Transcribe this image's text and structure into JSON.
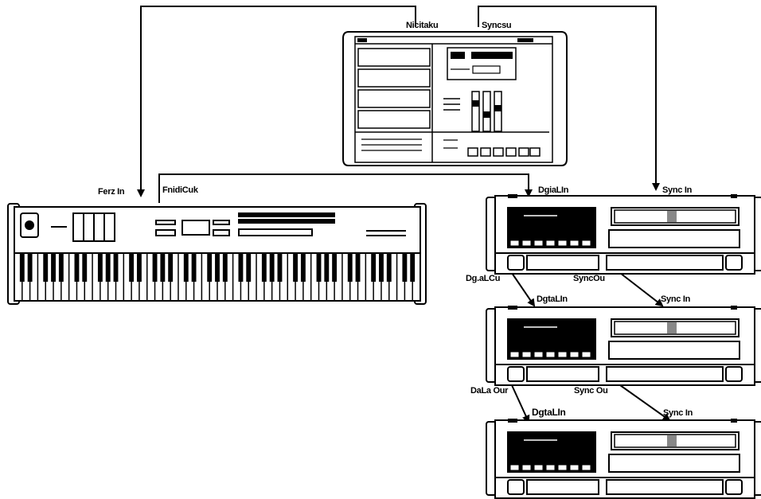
{
  "labels": {
    "keyboard_midi_in": "Ferz In",
    "keyboard_midi_out": "FnidiCuk",
    "computer_midi_out": "Nicitaku",
    "computer_sync_out": "Syncsu",
    "rack1_digital_in": "DgiaLIn",
    "rack1_sync_in": "Sync In",
    "rack1_digital_out": "Dg.aLCu",
    "rack1_sync_out": "SyncOu",
    "rack2_digital_in": "DgtaLIn",
    "rack2_sync_in": "Sync In",
    "rack2_digital_out": "DaLa Our",
    "rack2_sync_out": "Sync Ou",
    "rack3_digital_in": "DgtaLIn",
    "rack3_sync_in": "Sync In"
  }
}
